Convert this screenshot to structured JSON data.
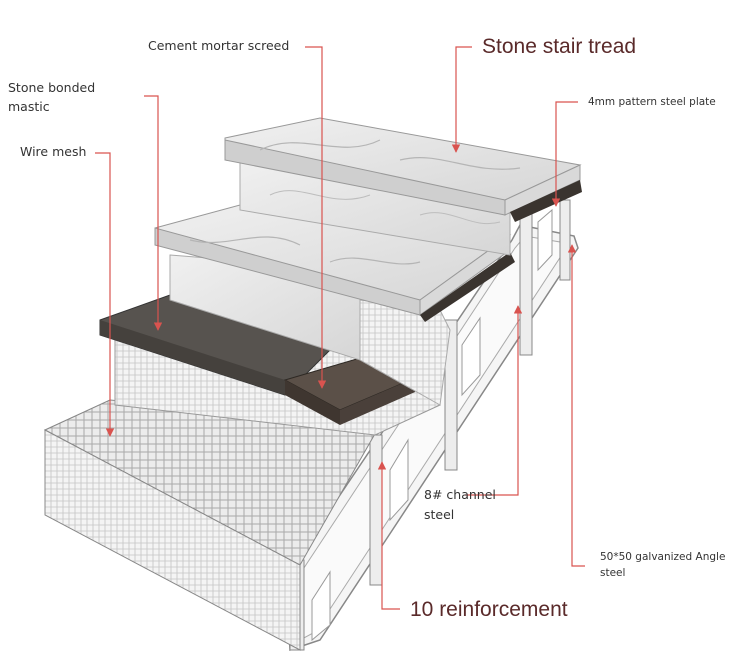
{
  "labels": {
    "cement_mortar_screed": "Cement mortar screed",
    "stone_stair_tread": "Stone stair tread",
    "stone_bonded_mastic_l1": "Stone bonded",
    "stone_bonded_mastic_l2": "mastic",
    "wire_mesh": "Wire mesh",
    "pattern_steel_plate": "4mm pattern steel plate",
    "channel_steel_l1": "8# channel",
    "channel_steel_l2": "steel",
    "angle_steel_l1": "50*50 galvanized Angle",
    "angle_steel_l2": "steel",
    "reinforcement": "10 reinforcement"
  },
  "colors": {
    "leader": "#d9534f",
    "marble": "#e4e4e4",
    "marble_vein": "#b9b9b9",
    "slate": "#555250",
    "screed": "#4e4640",
    "frame": "#f2f2f2",
    "mesh": "#c9c9c9"
  }
}
